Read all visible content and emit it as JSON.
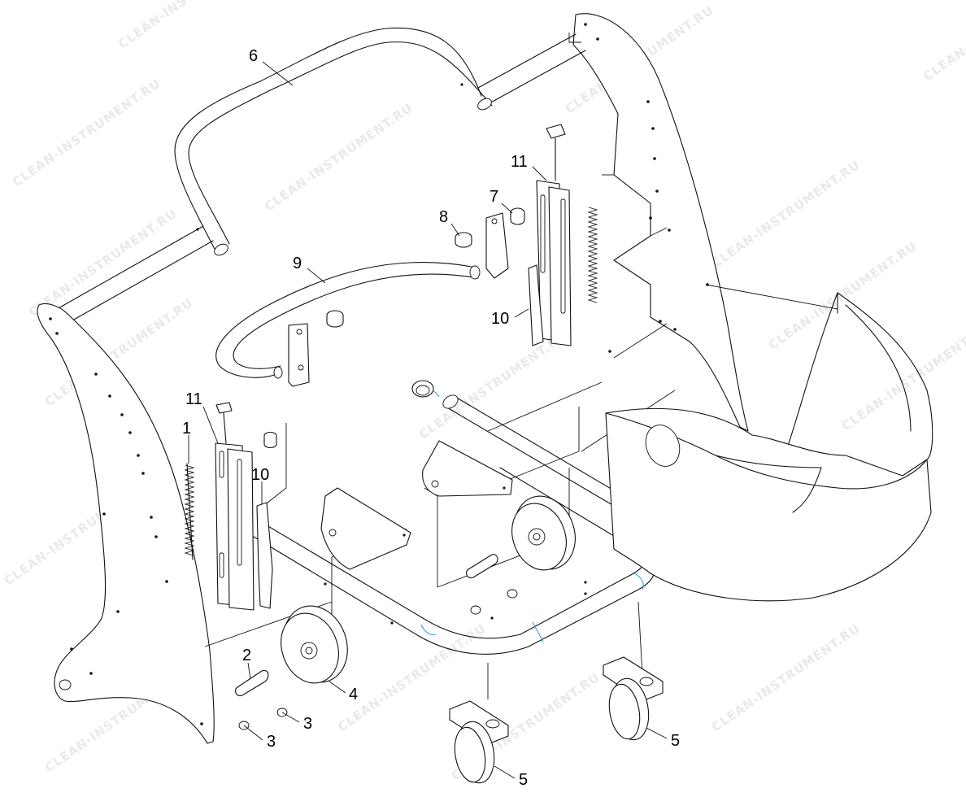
{
  "watermark": "CLEAN-INSTRUMENT.RU",
  "callouts": {
    "c1": "1",
    "c2": "2",
    "c3a": "3",
    "c3b": "3",
    "c4": "4",
    "c5a": "5",
    "c5b": "5",
    "c6": "6",
    "c7": "7",
    "c8": "8",
    "c9": "9",
    "c10a": "10",
    "c10b": "10",
    "c11a": "11",
    "c11b": "11"
  }
}
